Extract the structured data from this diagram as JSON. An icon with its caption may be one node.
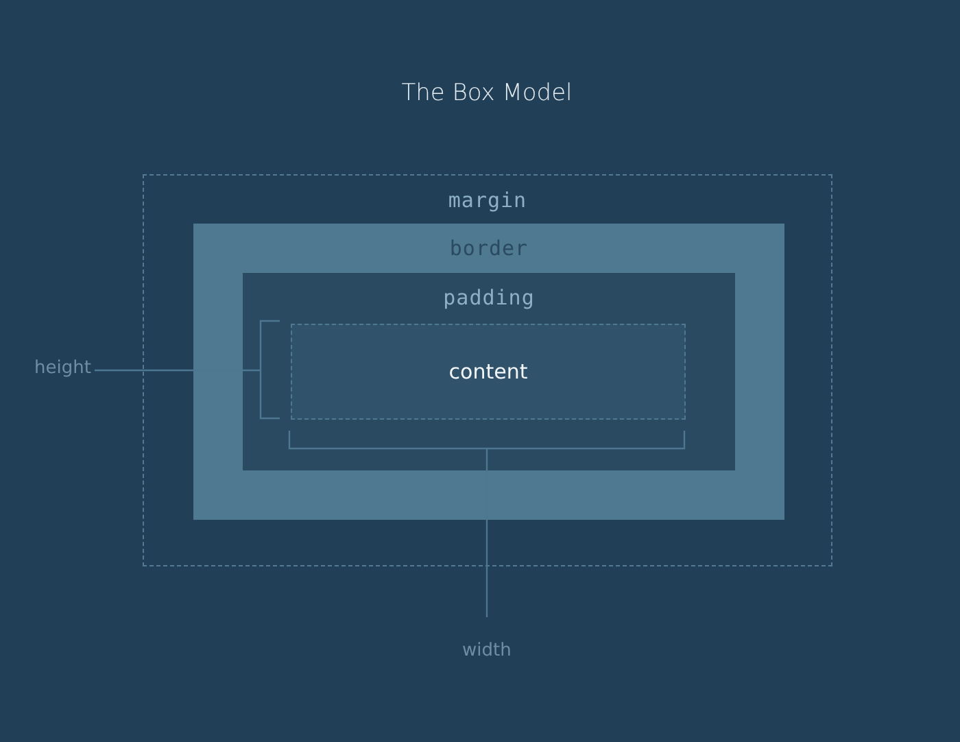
{
  "diagram": {
    "title": "The Box Model",
    "nodes": [
      {
        "text": [
          "margin"
        ]
      },
      {
        "text": [
          "border"
        ],
        "in": 0
      },
      {
        "text": [
          "padding"
        ],
        "in": 1
      },
      {
        "text": [
          "content"
        ],
        "in": 2
      }
    ],
    "labels": [
      "height",
      "width"
    ]
  }
}
